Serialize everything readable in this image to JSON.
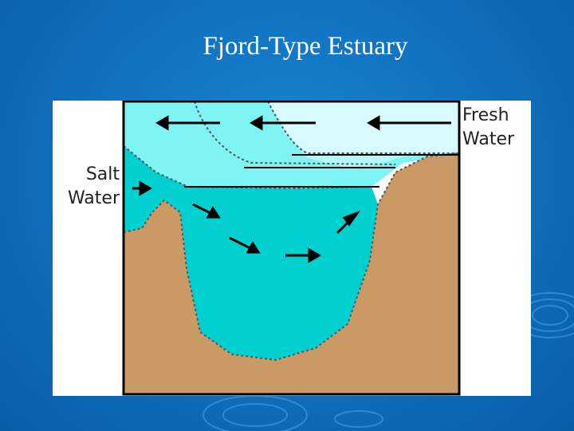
{
  "slide": {
    "title": "Fjord-Type Estuary"
  },
  "diagram": {
    "labels": {
      "fresh_line1": "Fresh",
      "fresh_line2": "Water",
      "salt_line1": "Salt",
      "salt_line2": "Water"
    },
    "colors": {
      "background": "#1478c8",
      "fresh_water": "#7ff4f4",
      "fresh_water_light": "#c8fafc",
      "salt_water": "#00d0d0",
      "seabed": "#c99a66",
      "outline": "#000000"
    }
  }
}
